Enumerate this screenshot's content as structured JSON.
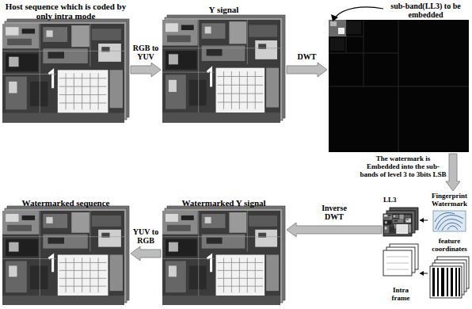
{
  "diagram": {
    "nodes": [
      {
        "text": [
          "Host sequence which is coded by only intra mode"
        ]
      },
      {
        "text": [
          "Y signal"
        ]
      },
      {
        "text": [
          "sub-band(LL3) to be embedded"
        ]
      },
      {
        "text": [
          "Watermarked sequence"
        ]
      },
      {
        "text": [
          "Watermarked Y signal"
        ]
      },
      {
        "text": [
          "LL3"
        ]
      },
      {
        "text": [
          "Fingerprint Watermark"
        ]
      },
      {
        "text": [
          "Intra frame"
        ]
      },
      {
        "text": [
          "feature coordinates"
        ]
      }
    ],
    "edges": [
      {
        "from": 0,
        "to": 1,
        "arrow": "to",
        "label": "RGB to YUV"
      },
      {
        "from": 1,
        "to": 2,
        "arrow": "to",
        "label": "DWT"
      },
      {
        "from": 2,
        "to": 6,
        "arrow": "to",
        "label": "The watermark is Embedded into the sub-bands of level 3 to 3bits LSB"
      },
      {
        "from": 6,
        "to": 5,
        "arrow": "to"
      },
      {
        "from": 8,
        "to": 7,
        "arrow": "to"
      },
      {
        "from": 5,
        "to": 4,
        "arrow": "to",
        "label": "Inverse DWT"
      },
      {
        "from": 4,
        "to": 3,
        "arrow": "to",
        "label": "YUV to RGB"
      }
    ]
  }
}
